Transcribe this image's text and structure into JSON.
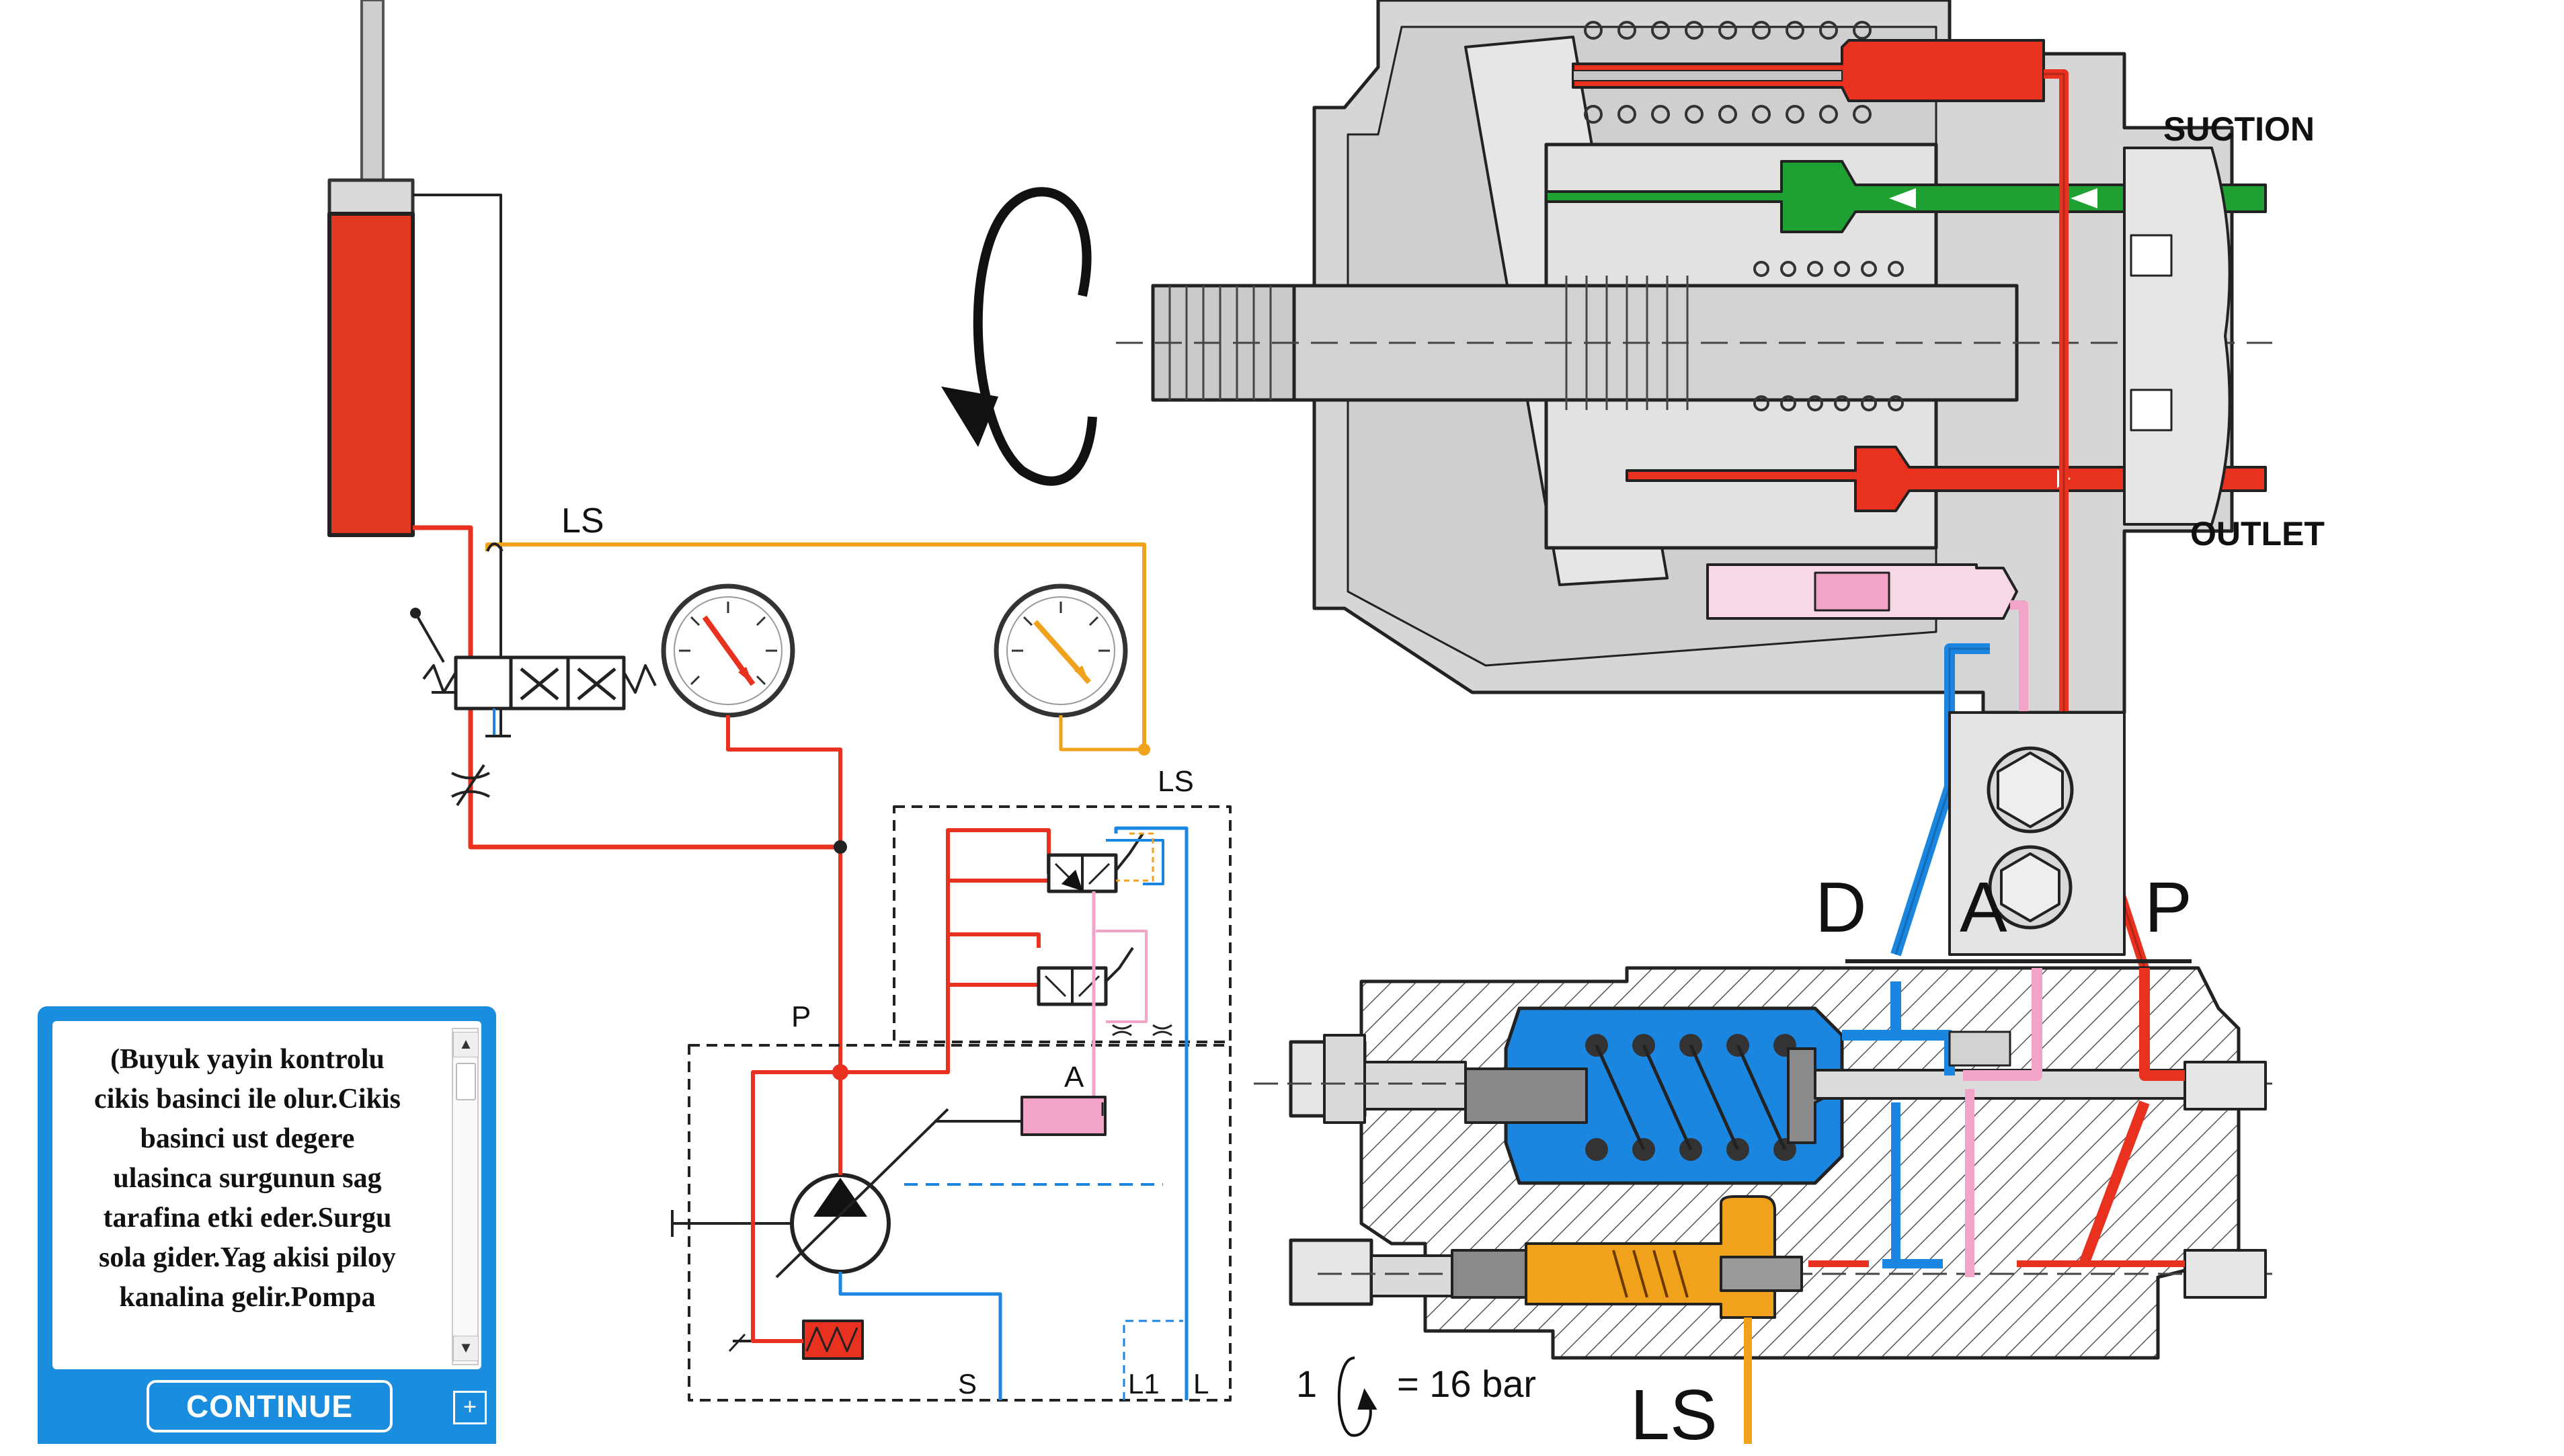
{
  "labels": {
    "ls_top": "LS",
    "ls_valve": "LS",
    "p_port": "P",
    "a_port": "A",
    "s_port": "S",
    "l1_port": "L1",
    "l_port": "L",
    "suction": "SUCTION",
    "outlet": "OUTLET",
    "d_big": "D",
    "a_big": "A",
    "p_big": "P",
    "ls_bottom": "LS",
    "rev_prefix": "1",
    "rev_value": "= 16 bar"
  },
  "panel": {
    "text": "(Buyuk yayin kontrolu\ncikis basinci ile olur.Cikis\nbasinci ust degere\nulasinca surgunun sag\ntarafina etki eder.Surgu\nsola gider.Yag akisi piloy\nkanalina gelir.Pompa",
    "continue_label": "CONTINUE",
    "scroll_up": "▲",
    "scroll_down": "▼",
    "resize_icon": "+"
  },
  "colors": {
    "pressure": "#e8321f",
    "supply": "#17a12a",
    "drain": "#1a86e0",
    "pilot": "#f2a4c8",
    "ls": "#f0a21c",
    "panel": "#1b8ddf"
  }
}
